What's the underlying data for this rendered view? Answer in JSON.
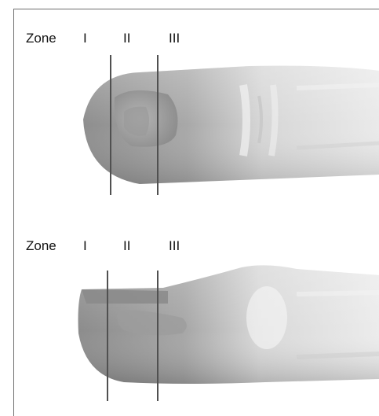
{
  "figure": {
    "top_panel": {
      "zone_label": "Zone",
      "zones": [
        "I",
        "II",
        "III"
      ]
    },
    "bottom_panel": {
      "zone_label": "Zone",
      "zones": [
        "I",
        "II",
        "III"
      ]
    }
  },
  "colors": {
    "frame": "#6e6e6e",
    "zone_line": "#505050",
    "tissue_dark": "#8a8a8a",
    "tissue_light": "#e2e2e2"
  }
}
